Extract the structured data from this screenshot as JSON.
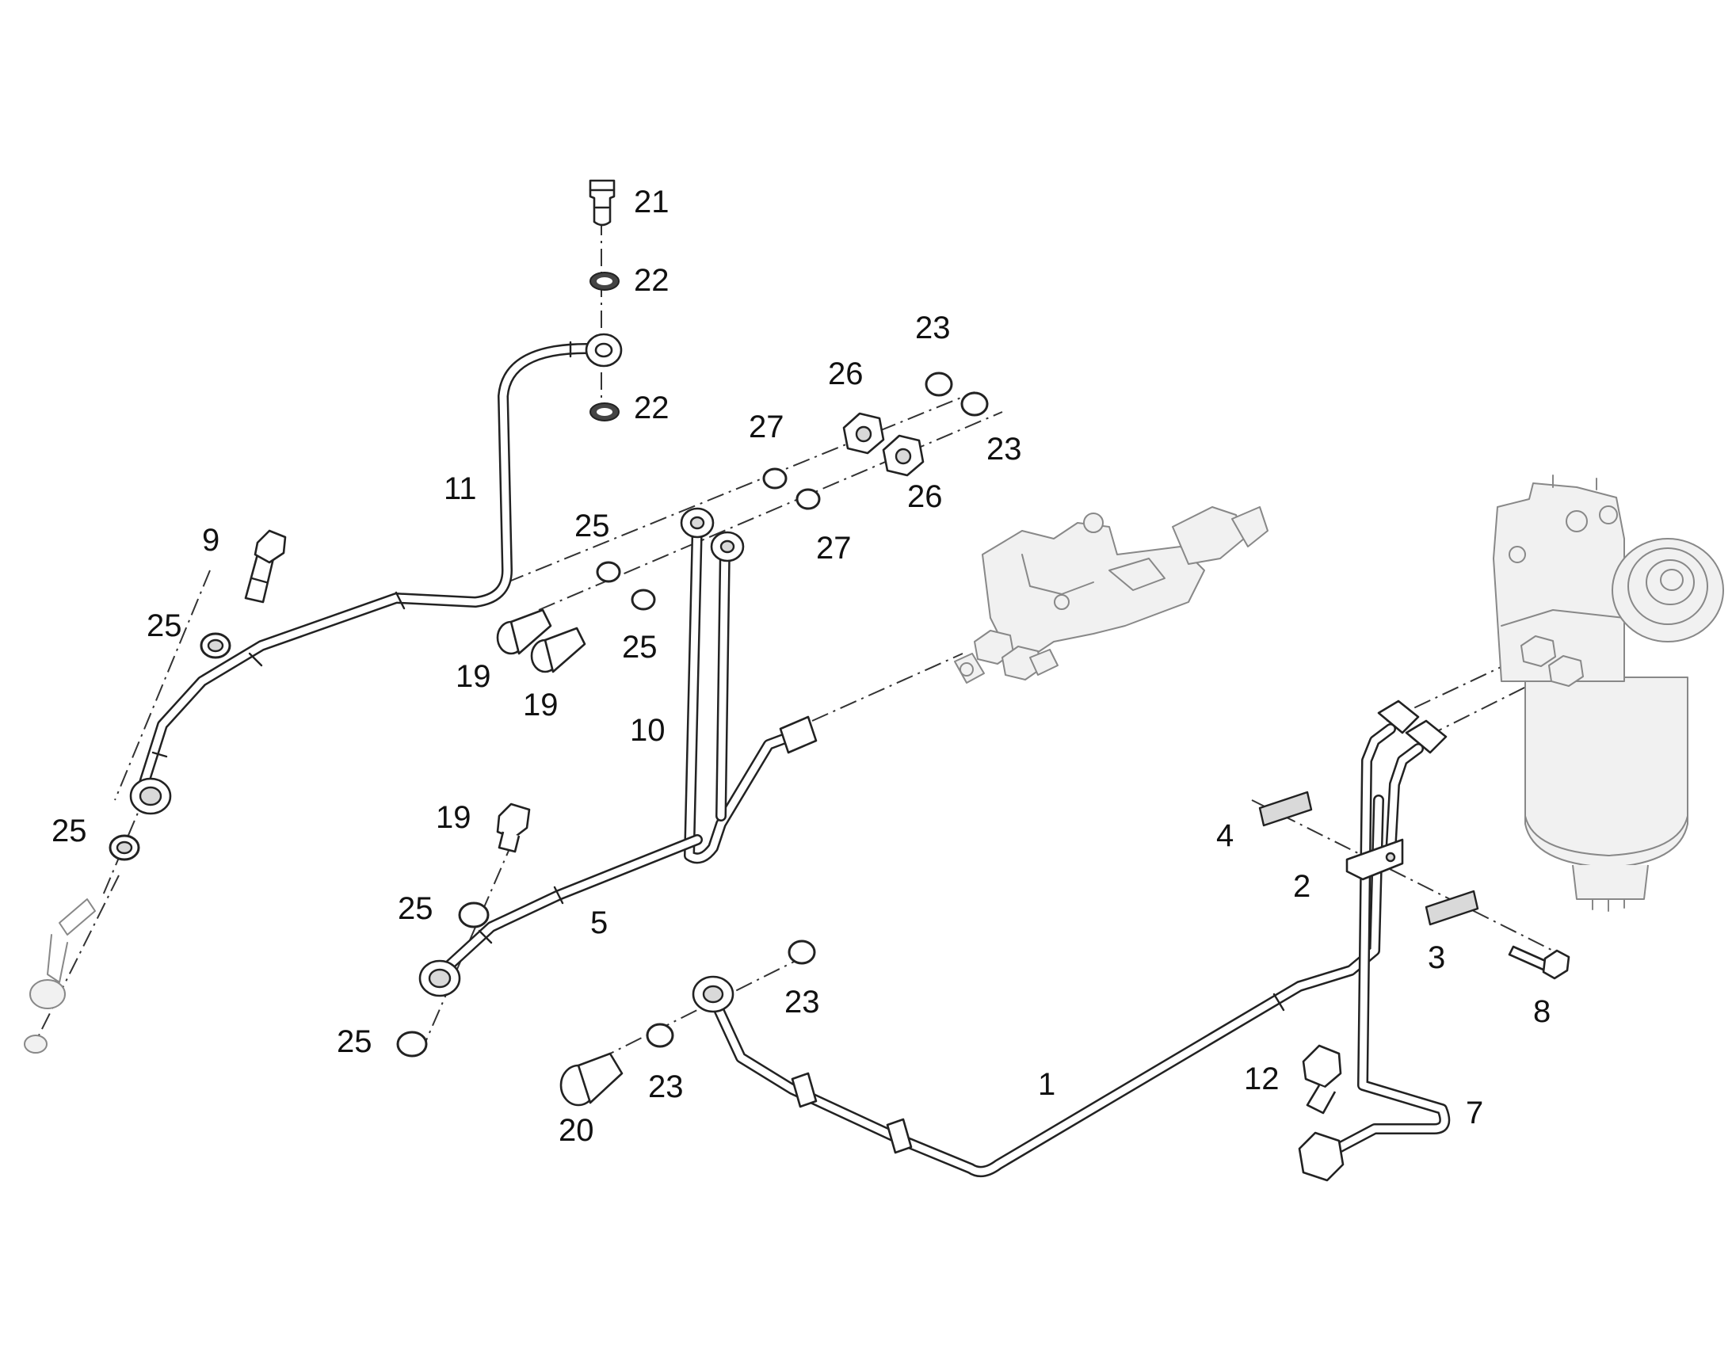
{
  "diagram": {
    "callouts": [
      {
        "id": "c21a",
        "text": "21"
      },
      {
        "id": "c22a",
        "text": "22"
      },
      {
        "id": "c22b",
        "text": "22"
      },
      {
        "id": "c23a",
        "text": "23"
      },
      {
        "id": "c26a",
        "text": "26"
      },
      {
        "id": "c27a",
        "text": "27"
      },
      {
        "id": "c23b",
        "text": "23"
      },
      {
        "id": "c11",
        "text": "11"
      },
      {
        "id": "c25a",
        "text": "25"
      },
      {
        "id": "c26b",
        "text": "26"
      },
      {
        "id": "c9",
        "text": "9"
      },
      {
        "id": "c27b",
        "text": "27"
      },
      {
        "id": "c25b",
        "text": "25"
      },
      {
        "id": "c25c",
        "text": "25"
      },
      {
        "id": "c19a",
        "text": "19"
      },
      {
        "id": "c19b",
        "text": "19"
      },
      {
        "id": "c10",
        "text": "10"
      },
      {
        "id": "c25d",
        "text": "25"
      },
      {
        "id": "c19c",
        "text": "19"
      },
      {
        "id": "c4",
        "text": "4"
      },
      {
        "id": "c2",
        "text": "2"
      },
      {
        "id": "c25e",
        "text": "25"
      },
      {
        "id": "c5",
        "text": "5"
      },
      {
        "id": "c3",
        "text": "3"
      },
      {
        "id": "c23c",
        "text": "23"
      },
      {
        "id": "c8",
        "text": "8"
      },
      {
        "id": "c25f",
        "text": "25"
      },
      {
        "id": "c1",
        "text": "1"
      },
      {
        "id": "c12",
        "text": "12"
      },
      {
        "id": "c23d",
        "text": "23"
      },
      {
        "id": "c7",
        "text": "7"
      },
      {
        "id": "c20",
        "text": "20"
      }
    ]
  }
}
